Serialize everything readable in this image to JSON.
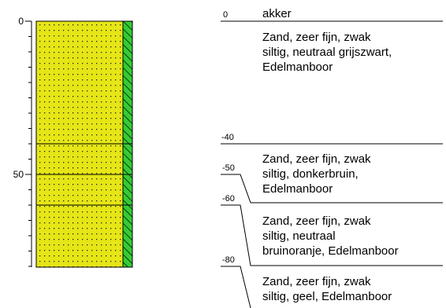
{
  "scale": {
    "ticks": [
      {
        "value": 0,
        "label": "0"
      },
      {
        "value": 50,
        "label": "50"
      }
    ]
  },
  "column": {
    "fill_color": "#e6e617",
    "dot_color": "#222222",
    "hatch_color": "#33cc33",
    "layer_boundaries": [
      40,
      50,
      60
    ]
  },
  "top": {
    "depth": "0",
    "label": "akker"
  },
  "layers": [
    {
      "top_depth": "0",
      "lines": [
        "Zand, zeer fijn, zwak",
        "siltig, neutraal grijszwart,",
        "Edelmanboor"
      ]
    },
    {
      "top_depth": "-40",
      "lines": []
    },
    {
      "top_depth": "-50",
      "lines": [
        "Zand, zeer fijn, zwak",
        "siltig, donkerbruin,",
        "Edelmanboor"
      ]
    },
    {
      "top_depth": "-60",
      "lines": [
        "Zand, zeer fijn, zwak",
        "siltig, neutraal",
        "bruinoranje, Edelmanboor"
      ]
    },
    {
      "top_depth": "-80",
      "lines": [
        "Zand, zeer fijn, zwak",
        "siltig, geel, Edelmanboor"
      ]
    }
  ]
}
